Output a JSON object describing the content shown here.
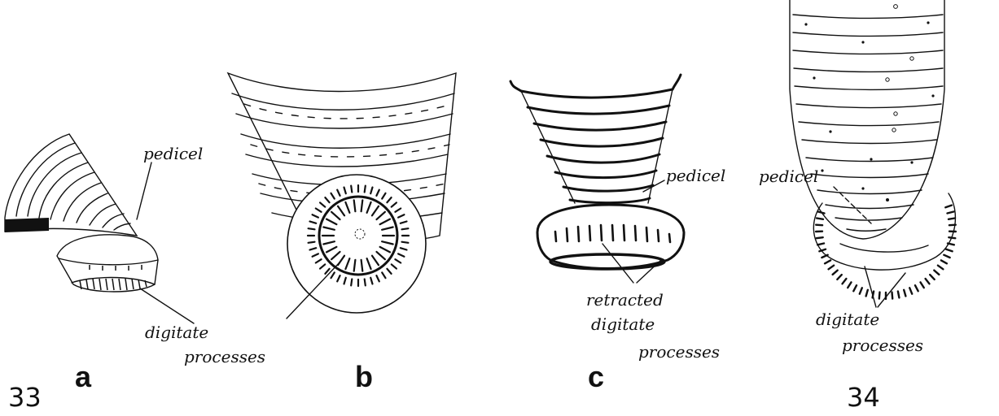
{
  "figure": {
    "number_left": "33",
    "number_right": "34",
    "panels": [
      "a",
      "b",
      "c"
    ],
    "labels": {
      "pedicel_a": "pedicel",
      "digitate_a": "digitate",
      "processes_a": "processes",
      "pedicel_c": "pedicel",
      "retracted_c": "retracted",
      "digitate_c": "digitate",
      "processes_c": "processes",
      "pedicel_34": "pedicel",
      "digitate_34": "digitate",
      "processes_34": "processes"
    }
  }
}
